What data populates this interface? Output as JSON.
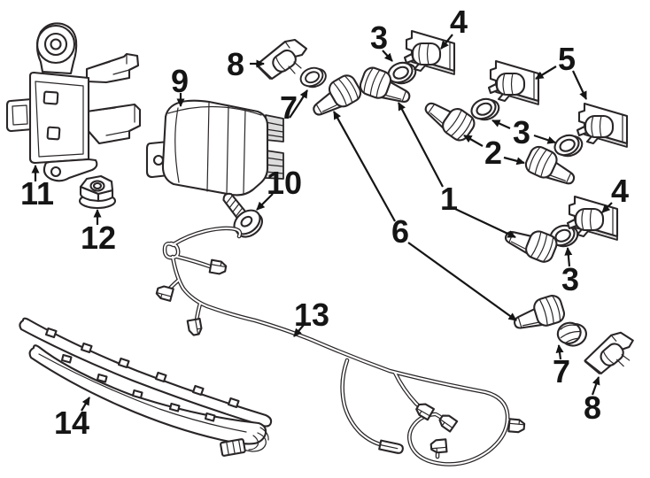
{
  "diagram": {
    "kind": "exploded-parts-diagram",
    "subject": "Front bumper park assist sensors, brackets, module, wiring harness and molding",
    "ink_color": "#2a2627",
    "paper_color": "#ffffff",
    "shade_color": "#dcdcdc",
    "callouts": [
      {
        "text": "1"
      },
      {
        "text": "2"
      },
      {
        "text": "3"
      },
      {
        "text": "3"
      },
      {
        "text": "3"
      },
      {
        "text": "4"
      },
      {
        "text": "4"
      },
      {
        "text": "5"
      },
      {
        "text": "6"
      },
      {
        "text": "7"
      },
      {
        "text": "7"
      },
      {
        "text": "8"
      },
      {
        "text": "8"
      },
      {
        "text": "9"
      },
      {
        "text": "10"
      },
      {
        "text": "11"
      },
      {
        "text": "12"
      },
      {
        "text": "13"
      },
      {
        "text": "14"
      }
    ]
  }
}
